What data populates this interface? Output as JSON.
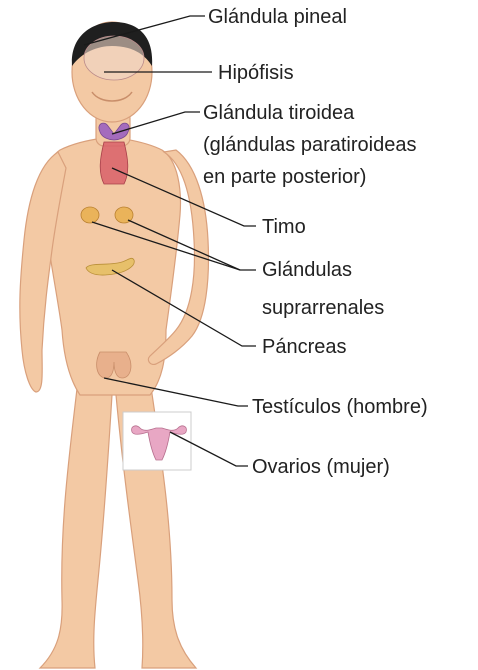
{
  "colors": {
    "skin": "#f3c9a4",
    "skin_shadow": "#d9a07c",
    "hair": "#1f1f1f",
    "gland_purple": "#a46bbd",
    "gland_red": "#d8606a",
    "gland_yellow": "#eab35a",
    "pancreas": "#e7c06a",
    "uterus_pink": "#e8a7c4",
    "leader_line": "#1a1a1a",
    "text": "#222222"
  },
  "labels": {
    "pineal": "Glándula pineal",
    "hipofisis": "Hipófisis",
    "tiroidea_1": "Glándula tiroidea",
    "tiroidea_2": "(glándulas paratiroideas",
    "tiroidea_3": "en parte posterior)",
    "timo": "Timo",
    "suprarrenales_1": "Glándulas",
    "suprarrenales_2": "suprarrenales",
    "pancreas": "Páncreas",
    "testiculos": "Testículos (hombre)",
    "ovarios": "Ovarios (mujer)"
  }
}
